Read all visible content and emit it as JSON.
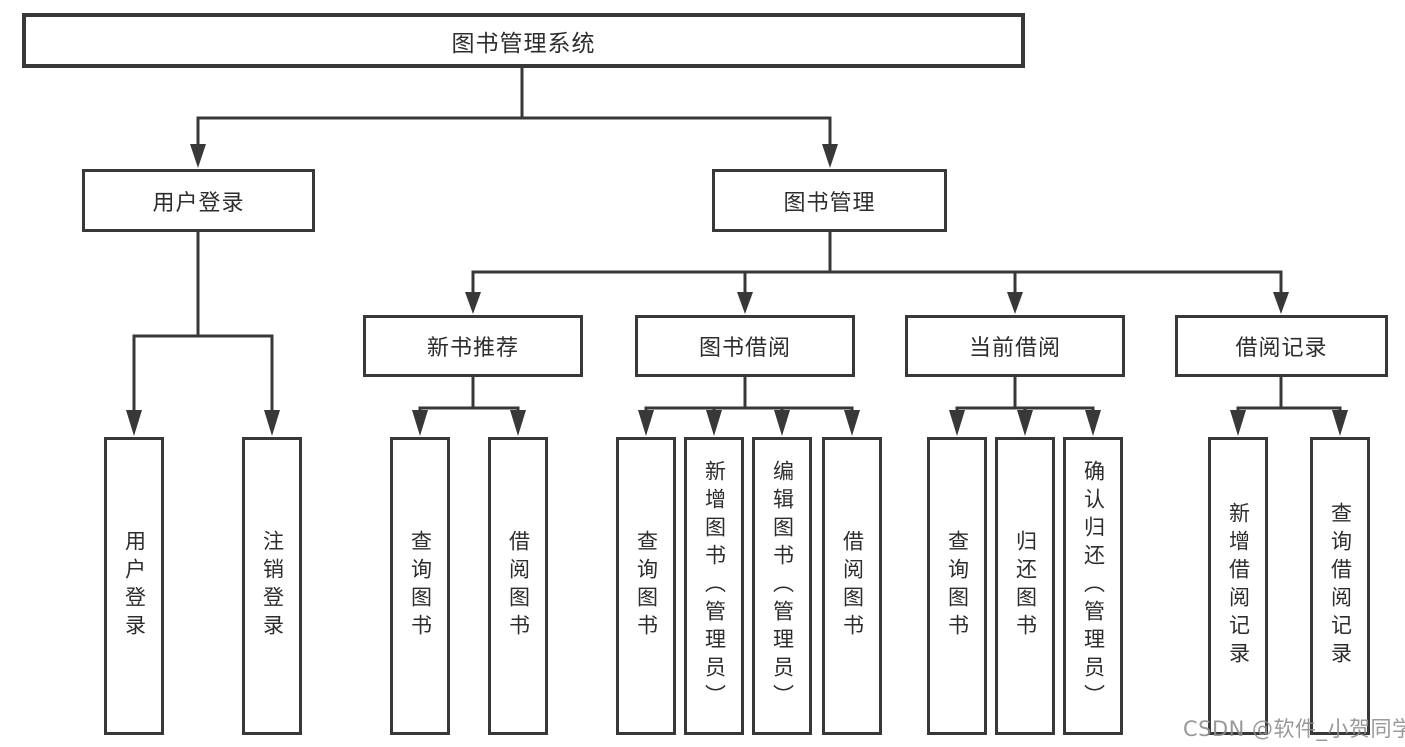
{
  "diagram": {
    "type": "tree",
    "orientation": "top-down",
    "title": "图书管理系统"
  },
  "tree": {
    "label": "图书管理系统",
    "children": [
      {
        "label": "用户登录",
        "children": [
          {
            "label": "用户登录"
          },
          {
            "label": "注销登录"
          }
        ]
      },
      {
        "label": "图书管理",
        "children": [
          {
            "label": "新书推荐",
            "children": [
              {
                "label": "查询图书"
              },
              {
                "label": "借阅图书"
              }
            ]
          },
          {
            "label": "图书借阅",
            "children": [
              {
                "label": "查询图书"
              },
              {
                "label": "新增图书（管理员）"
              },
              {
                "label": "编辑图书（管理员）"
              },
              {
                "label": "借阅图书"
              }
            ]
          },
          {
            "label": "当前借阅",
            "children": [
              {
                "label": "查询图书"
              },
              {
                "label": "归还图书"
              },
              {
                "label": "确认归还（管理员）"
              }
            ]
          },
          {
            "label": "借阅记录",
            "children": [
              {
                "label": "新增借阅记录"
              },
              {
                "label": "查询借阅记录"
              }
            ]
          }
        ]
      }
    ]
  },
  "watermark": {
    "text": "CSDN @软件_小贺同学"
  },
  "colors": {
    "background": "#ffffff",
    "line": "#383838",
    "box_border": "#383838",
    "text": "#2d2d2d",
    "watermark": "#8f8f8f"
  }
}
